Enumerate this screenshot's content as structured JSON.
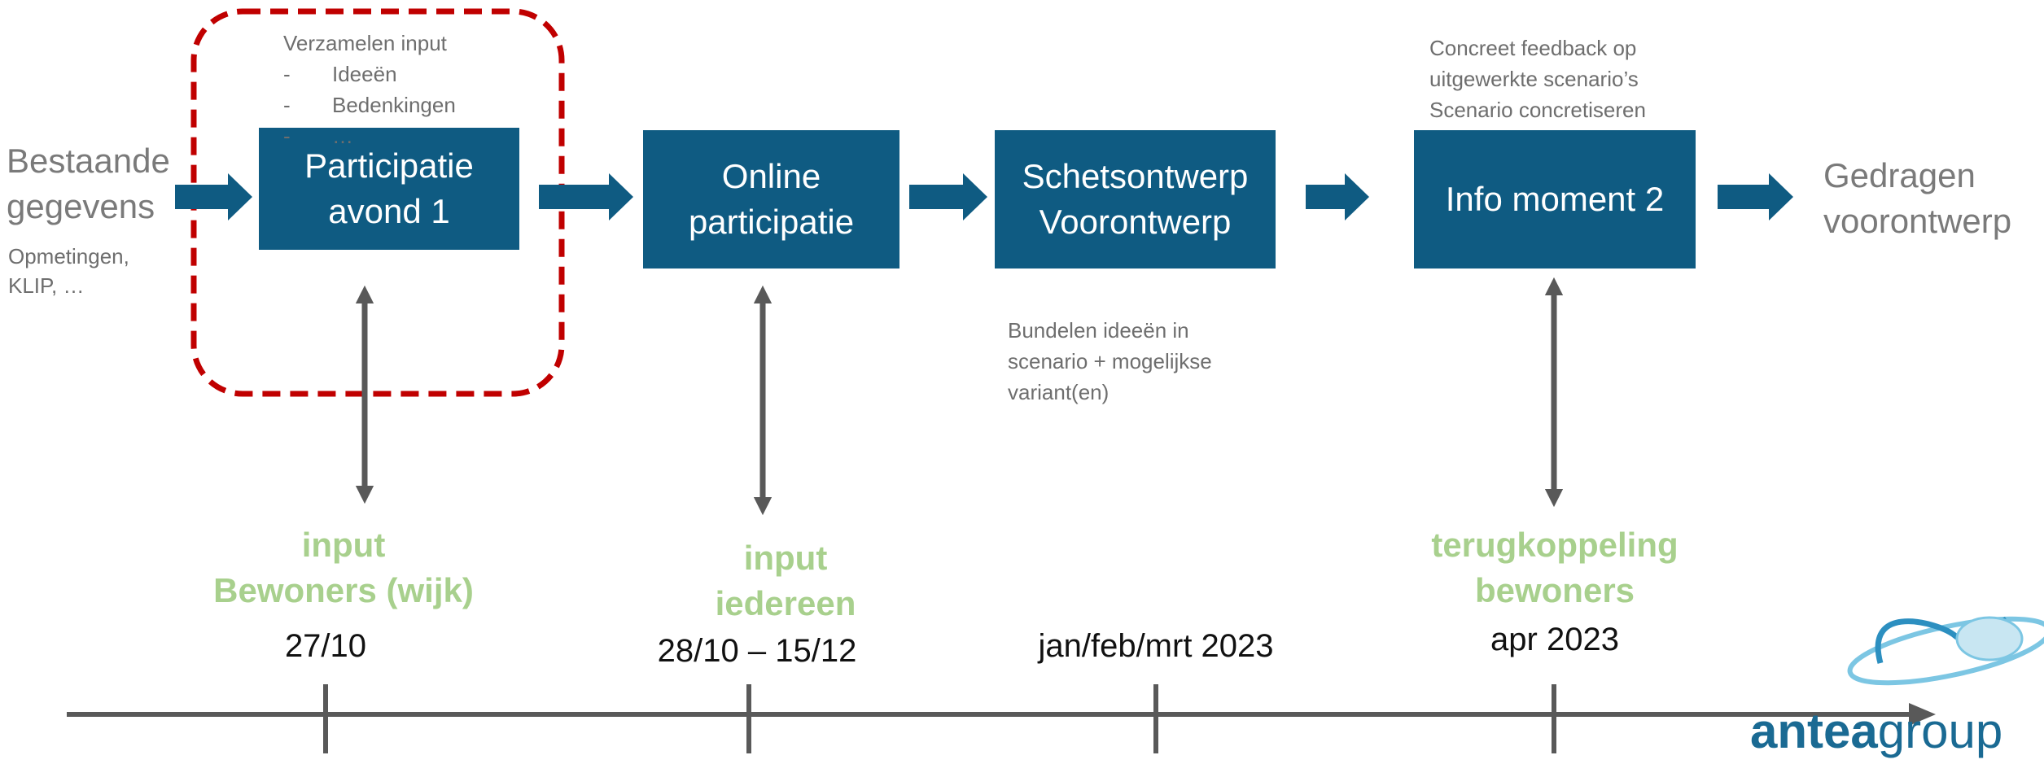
{
  "start": {
    "title": "Bestaande\ngegevens",
    "sub": "Opmetingen,\nKLIP, …"
  },
  "steps": [
    {
      "label": "Participatie\navond 1"
    },
    {
      "label": "Online\nparticipatie"
    },
    {
      "label": "Schetsontwerp\nVoorontwerp"
    },
    {
      "label": "Info moment 2"
    }
  ],
  "end": {
    "label": "Gedragen\nvoorontwerp"
  },
  "notes": {
    "input_title": "Verzamelen input",
    "input_items": [
      "Ideeën",
      "Bedenkingen",
      "…"
    ],
    "concrete": "Concreet feedback op\nuitgewerkte scenario’s\nScenario concretiseren",
    "bundelen": "Bundelen ideeën in\nscenario + mogelijkse\nvariant(en)"
  },
  "audiences": [
    {
      "label": "input\nBewoners (wijk)",
      "date": "27/10"
    },
    {
      "label": "input\niedereen",
      "date": "28/10 – 15/12"
    },
    {
      "label": "",
      "date": "jan/feb/mrt 2023"
    },
    {
      "label": "terugkoppeling\nbewoners",
      "date": "apr 2023"
    }
  ],
  "logo": {
    "text_bold": "antea",
    "text_light": "group"
  },
  "colors": {
    "box": "#0f5b82",
    "arrow": "#0f5b82",
    "audience": "#a8d08d",
    "highlight": "#c00000",
    "timeline": "#595959"
  }
}
